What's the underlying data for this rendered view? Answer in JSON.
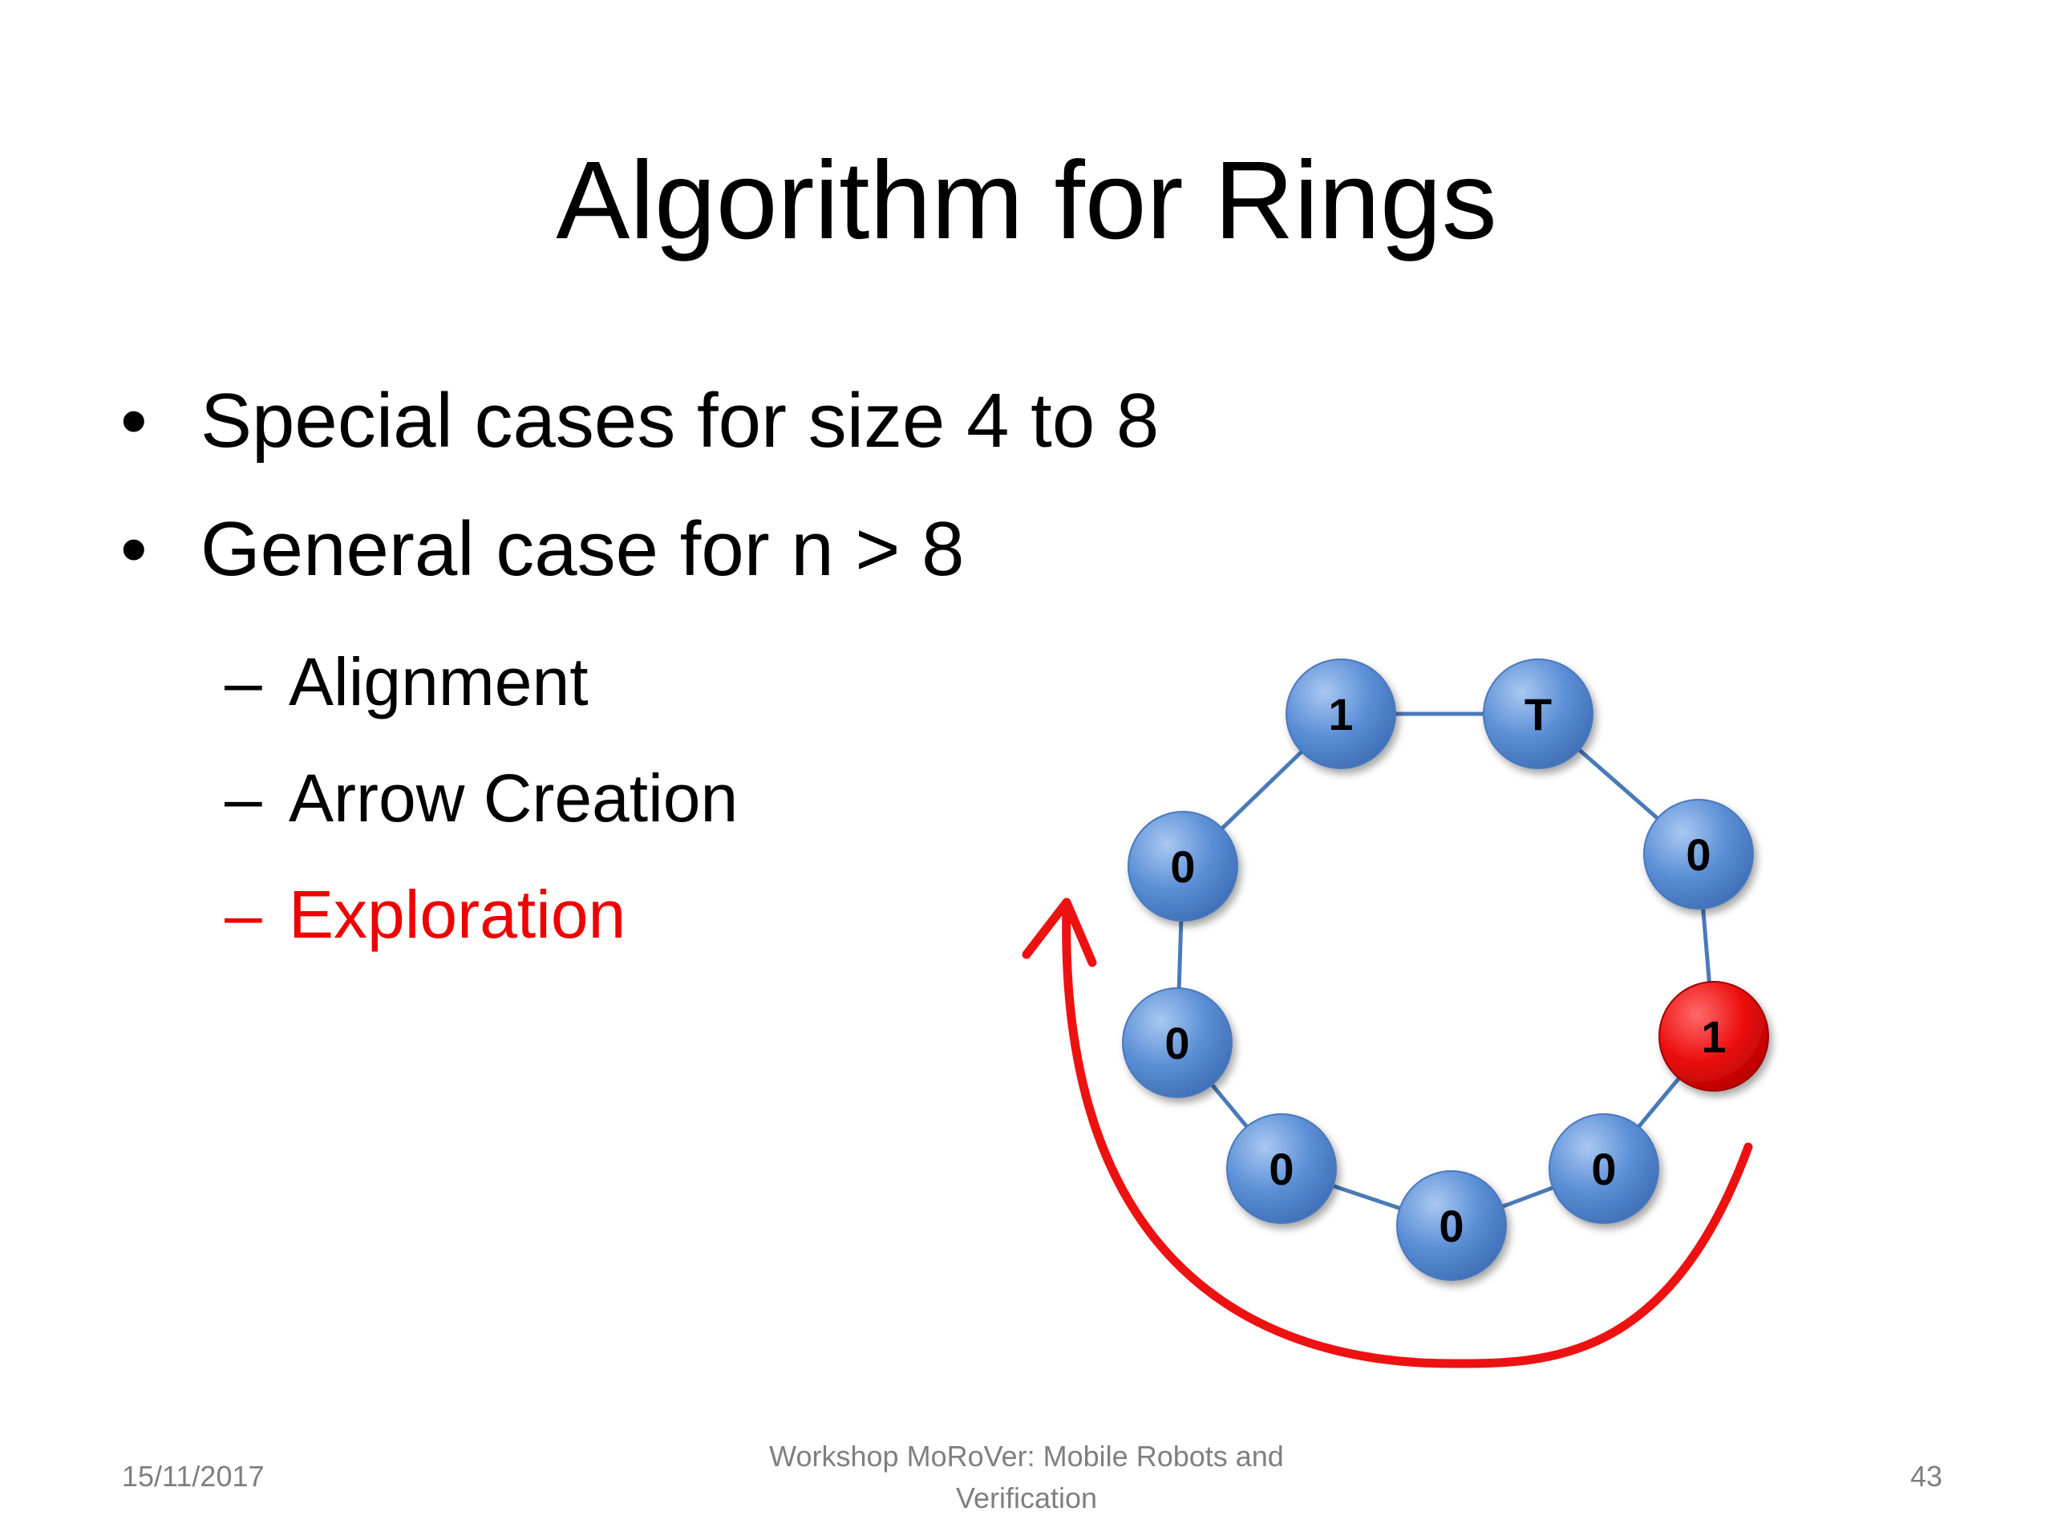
{
  "slide": {
    "title": "Algorithm for Rings",
    "bullets": [
      "Special cases for size 4 to 8",
      "General case for n > 8"
    ],
    "sub_bullets": [
      {
        "text": "Alignment",
        "highlighted": false
      },
      {
        "text": "Arrow Creation",
        "highlighted": false
      },
      {
        "text": "Exploration",
        "highlighted": true
      }
    ],
    "bullet_char": "•",
    "dash_char": "–"
  },
  "diagram": {
    "nodes": [
      {
        "label": "1",
        "state": "normal"
      },
      {
        "label": "T",
        "state": "normal"
      },
      {
        "label": "0",
        "state": "normal"
      },
      {
        "label": "1",
        "state": "active"
      },
      {
        "label": "0",
        "state": "normal"
      },
      {
        "label": "0",
        "state": "normal"
      },
      {
        "label": "0",
        "state": "normal"
      },
      {
        "label": "0",
        "state": "normal"
      },
      {
        "label": "0",
        "state": "normal"
      }
    ],
    "colors": {
      "node_fill": "#5b8fd6",
      "node_fill_active": "#ee1111",
      "edge": "#4a7ab8",
      "arrow": "#ee1111",
      "highlight_text": "#ee0000"
    }
  },
  "footer": {
    "date": "15/11/2017",
    "event_line1": "Workshop MoRoVer: Mobile Robots and",
    "event_line2": "Verification",
    "page_number": "43"
  }
}
